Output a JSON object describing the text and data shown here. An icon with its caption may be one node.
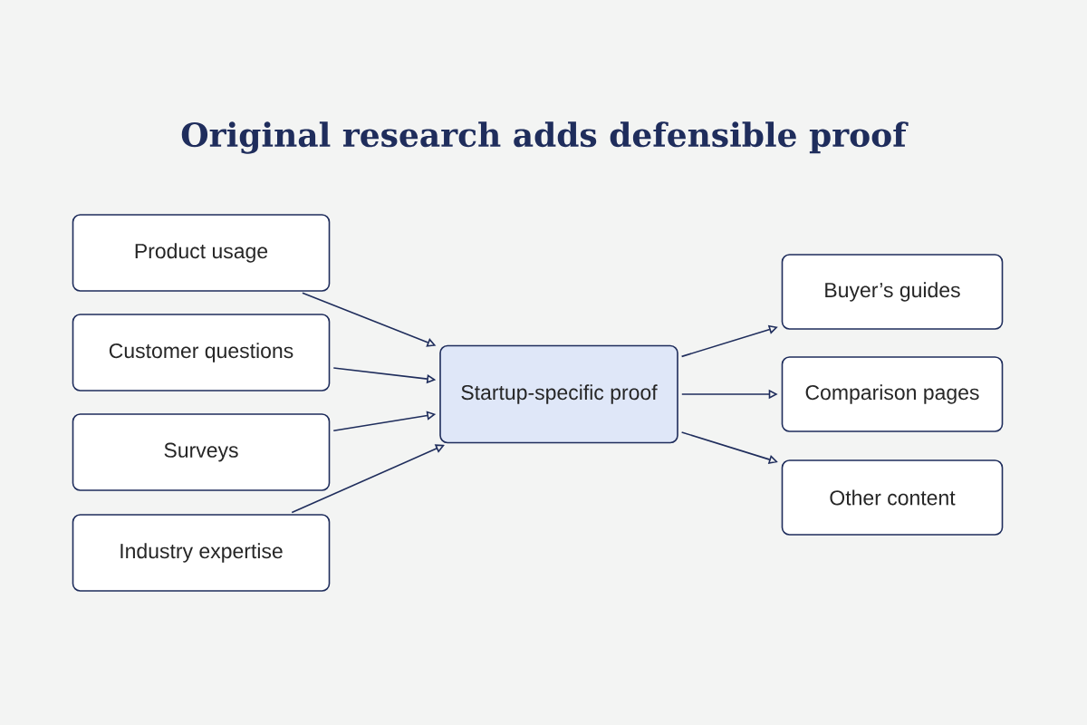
{
  "diagram": {
    "title": "Original research adds defensible proof",
    "nodes": [
      {
        "text": [
          "Product usage"
        ]
      },
      {
        "text": [
          "Customer questions"
        ]
      },
      {
        "text": [
          "Surveys"
        ]
      },
      {
        "text": [
          "Industry expertise"
        ]
      },
      {
        "text": [
          "Startup-specific proof"
        ]
      },
      {
        "text": [
          "Buyer’s guides"
        ]
      },
      {
        "text": [
          "Comparison pages"
        ]
      },
      {
        "text": [
          "Other content"
        ]
      }
    ],
    "edges": [
      {
        "from": 0,
        "to": 4,
        "arrow": "to"
      },
      {
        "from": 1,
        "to": 4,
        "arrow": "to"
      },
      {
        "from": 2,
        "to": 4,
        "arrow": "to"
      },
      {
        "from": 3,
        "to": 4,
        "arrow": "to"
      },
      {
        "from": 4,
        "to": 5,
        "arrow": "to"
      },
      {
        "from": 4,
        "to": 6,
        "arrow": "to"
      },
      {
        "from": 4,
        "to": 7,
        "arrow": "to"
      }
    ]
  }
}
